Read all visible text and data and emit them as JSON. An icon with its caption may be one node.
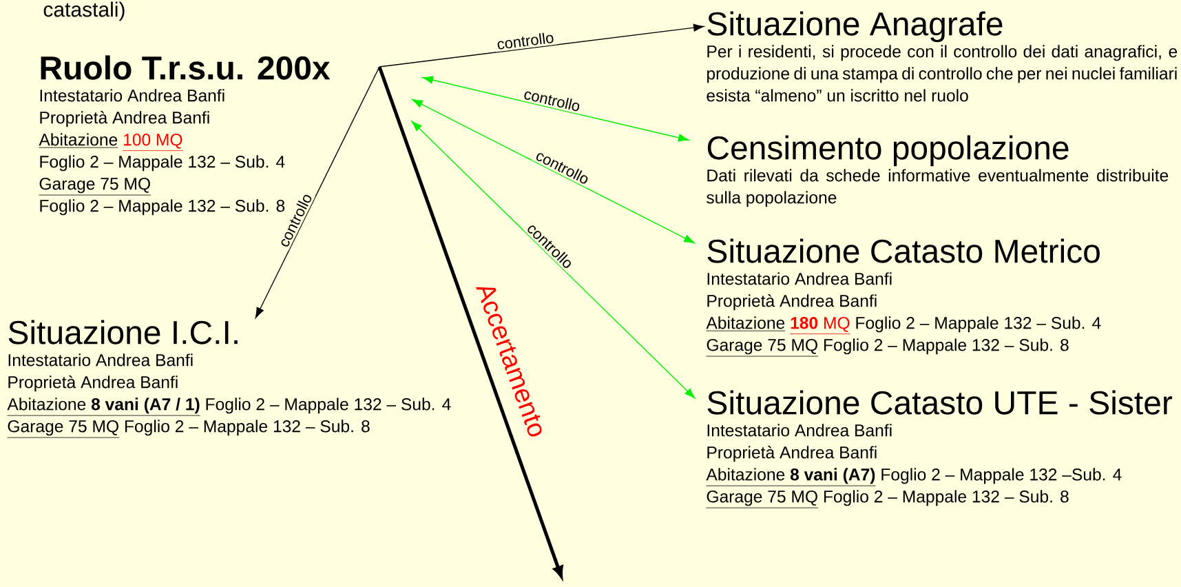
{
  "diagram": {
    "nodes": [
      {
        "text": [
          "Ruolo T.r.s.u. 200x",
          "Intestatario Andrea Banfi",
          "Proprietà Andrea Banfi",
          "Abitazione",
          "100 MQ",
          "Foglio 2 – Mappale 132 – Sub. 4",
          "Garage 75 MQ",
          "Foglio 2 – Mappale 132 – Sub. 8"
        ]
      },
      {
        "text": [
          "Situazione Anagrafe",
          "Per i residenti, si procede con il controllo dei dati anagrafici, e produzione di una stampa di controllo che per nei nuclei familiari esista “almeno” un iscritto nel ruolo"
        ]
      },
      {
        "text": [
          "Censimento popolazione",
          "Dati rilevati da schede informative eventualmente distribuite sulla popolazione"
        ]
      },
      {
        "text": [
          "Situazione Catasto Metrico",
          "Intestatario Andrea Banfi",
          "Proprietà Andrea Banfi",
          "Abitazione",
          "**180** MQ",
          "Foglio 2 – Mappale 132 – Sub. 4",
          "Garage 75 MQ",
          "Foglio 2 – Mappale 132 – Sub. 8"
        ]
      },
      {
        "text": [
          "Situazione I.C.I.",
          "Intestatario Andrea Banfi",
          "Proprietà Andrea Banfi",
          "Abitazione **8 vani (A7 / 1)**",
          "Foglio 2 – Mappale 132 – Sub. 4",
          "Garage 75 MQ",
          "Foglio 2 – Mappale 132 – Sub. 8"
        ]
      },
      {
        "text": [
          "Situazione Catasto UTE - Sister",
          "Intestatario Andrea Banfi",
          "Proprietà Andrea Banfi",
          "Abitazione **8 vani (A7)**",
          "Foglio 2 – Mappale 132 –Sub. 4",
          "Garage 75 MQ",
          "Foglio 2 – Mappale 132 – Sub. 8"
        ]
      }
    ],
    "edges": [
      {
        "from": null,
        "to": 1,
        "arrow": "to",
        "label": "controllo",
        "color": "#000000"
      },
      {
        "from": null,
        "to": 2,
        "arrow": "both",
        "label": "controllo"
      },
      {
        "from": null,
        "to": 3,
        "arrow": "both",
        "label": "controllo"
      },
      {
        "from": null,
        "to": 5,
        "arrow": "both",
        "label": "controllo"
      },
      {
        "from": null,
        "to": 4,
        "arrow": "to",
        "label": "controllo",
        "color": "#000000"
      }
    ],
    "labels": [
      "catastali)",
      "Accertamento"
    ]
  }
}
